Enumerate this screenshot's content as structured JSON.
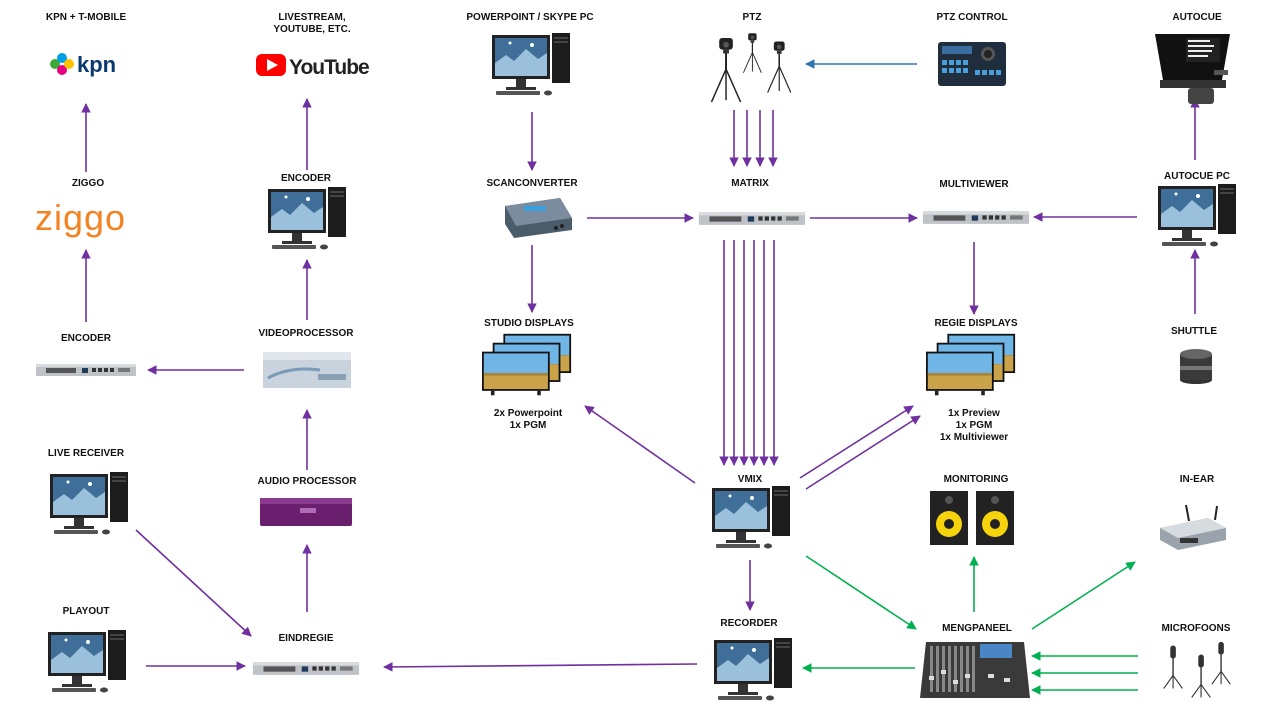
{
  "nodes": {
    "kpn": {
      "label": "KPN + T-MOBILE",
      "logo_text": "kpn"
    },
    "livestream": {
      "label_line1": "LIVESTREAM,",
      "label_line2": "YOUTUBE, ETC.",
      "logo_text": "YouTube"
    },
    "powerpoint_pc": {
      "label": "POWERPOINT / SKYPE PC"
    },
    "ptz": {
      "label": "PTZ"
    },
    "ptz_control": {
      "label": "PTZ CONTROL"
    },
    "autocue": {
      "label": "AUTOCUE"
    },
    "ziggo": {
      "label": "ZIGGO",
      "logo_text": "ziggo"
    },
    "encoder_pc": {
      "label": "ENCODER"
    },
    "scanconverter": {
      "label": "SCANCONVERTER"
    },
    "matrix": {
      "label": "MATRIX"
    },
    "multiviewer": {
      "label": "MULTIVIEWER"
    },
    "autocue_pc": {
      "label": "AUTOCUE PC"
    },
    "encoder_rack": {
      "label": "ENCODER"
    },
    "videoprocessor": {
      "label": "VIDEOPROCESSOR"
    },
    "studio_displays": {
      "label": "STUDIO DISPLAYS",
      "notes": [
        "2x Powerpoint",
        "1x PGM"
      ]
    },
    "regie_displays": {
      "label": "REGIE DISPLAYS",
      "notes": [
        "1x Preview",
        "1x PGM",
        "1x Multiviewer"
      ]
    },
    "shuttle": {
      "label": "SHUTTLE"
    },
    "live_receiver": {
      "label": "LIVE RECEIVER"
    },
    "audio_processor": {
      "label": "AUDIO PROCESSOR"
    },
    "vmix": {
      "label": "VMIX"
    },
    "monitoring": {
      "label": "MONITORING"
    },
    "in_ear": {
      "label": "IN-EAR"
    },
    "playout": {
      "label": "PLAYOUT"
    },
    "eindregie": {
      "label": "EINDREGIE"
    },
    "recorder": {
      "label": "RECORDER"
    },
    "mengpaneel": {
      "label": "MENGPANEEL"
    },
    "microfoons": {
      "label": "MICROFOONS"
    }
  },
  "colors": {
    "video_arrow": "#7030a0",
    "audio_arrow": "#00b050",
    "control_arrow": "#2e75b6",
    "label_text": "#111111"
  },
  "icons": [
    "desktop-pc-icon",
    "rack-unit-icon",
    "display-stack-icon",
    "camera-tripod-icon",
    "controller-icon",
    "teleprompter-icon",
    "speaker-icon",
    "mixer-icon",
    "microphone-icon",
    "shuttle-knob-icon",
    "in-ear-receiver-icon",
    "kpn-logo",
    "youtube-logo",
    "ziggo-logo"
  ]
}
